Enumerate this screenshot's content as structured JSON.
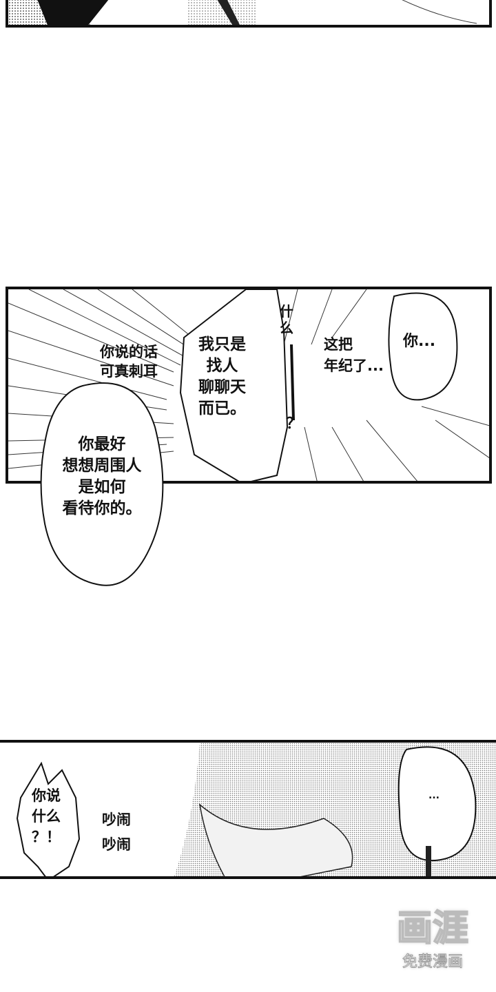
{
  "panel2": {
    "line_a": "你说的话\n可真刺耳",
    "line_b": "我只是\n找人\n聊聊天\n而已。",
    "line_c": "什么",
    "line_c_mark": "？",
    "line_d": "这把\n年纪了...",
    "line_e": "你...",
    "line_f": "你最好\n想想周围人\n是如何\n看待你的。"
  },
  "panel3": {
    "line_a": "你说\n什么\n？！",
    "line_b": "吵闹\n吵闹",
    "line_c": "..."
  },
  "watermark": {
    "logo": "画涯",
    "tagline": "免费漫画"
  }
}
